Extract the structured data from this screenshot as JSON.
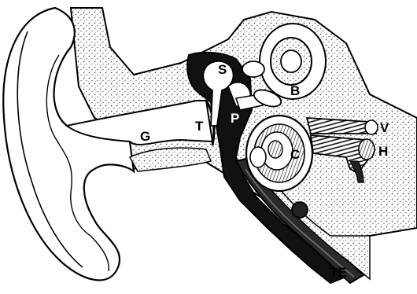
{
  "labels": {
    "S": "S",
    "B": "B",
    "G": "G",
    "T": "T",
    "P": "P",
    "V": "V",
    "C": "C",
    "H": "H",
    "TE": "TE"
  },
  "colors": {
    "ink": "#000000",
    "paper": "#ffffff",
    "bone_stipple": "#555555"
  }
}
